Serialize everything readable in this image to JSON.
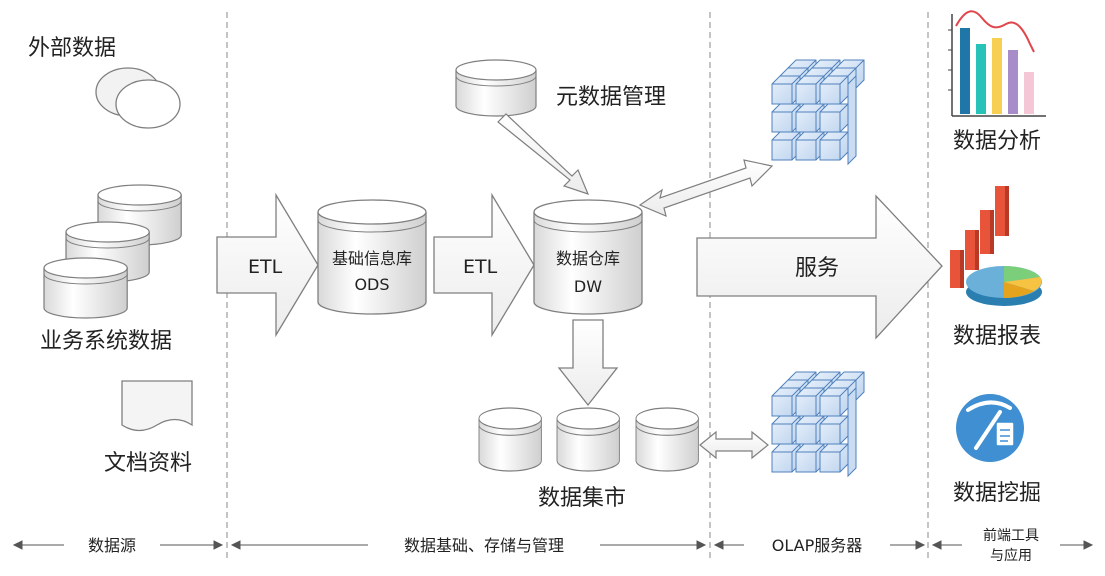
{
  "sources": {
    "external_data": "外部数据",
    "business_system_data": "业务系统数据",
    "document_data": "文档资料"
  },
  "warehouse": {
    "etl_1": "ETL",
    "ods_line1": "基础信息库",
    "ods_line2": "ODS",
    "etl_2": "ETL",
    "dw_line1": "数据仓库",
    "dw_line2": "DW",
    "metadata": "元数据管理",
    "data_mart": "数据集市",
    "service": "服务"
  },
  "frontend": {
    "analysis": "数据分析",
    "report": "数据报表",
    "mining": "数据挖掘"
  },
  "sections": {
    "data_source": "数据源",
    "storage": "数据基础、存储与管理",
    "olap": "OLAP服务器",
    "frontend_line1": "前端工具",
    "frontend_line2": "与应用"
  },
  "colors": {
    "border": "#7f7f7f",
    "cube": "#4f81bd",
    "bar_blue": "#1f77a8",
    "bar_teal": "#27c2b8",
    "bar_yellow": "#f6cf53",
    "bar_green": "#55c29a",
    "bar_purple": "#a88bc9",
    "bar_pink": "#f5c7d6",
    "trend_red": "#e0474c",
    "mining_blue": "#3f8fd2",
    "report_red": "#e8543a"
  }
}
